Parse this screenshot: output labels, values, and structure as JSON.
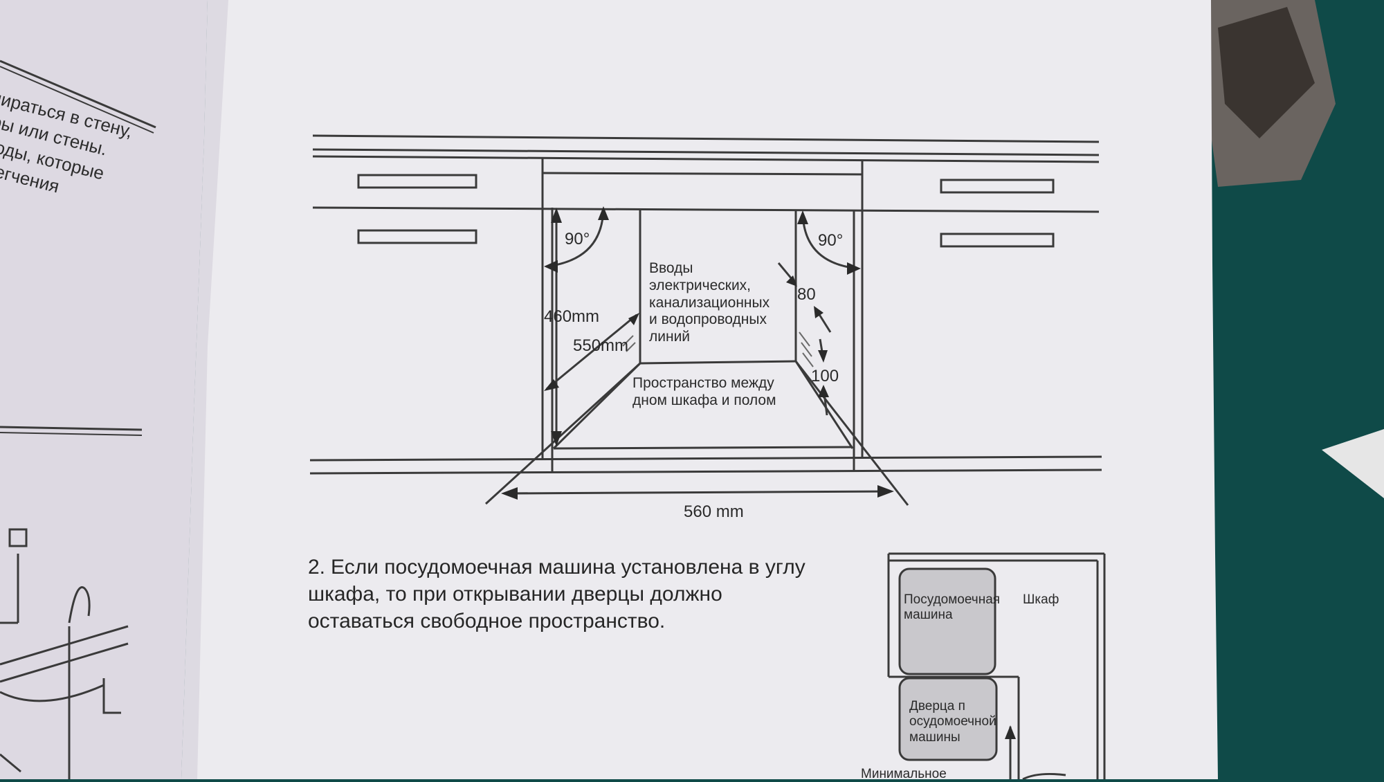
{
  "main_diagram": {
    "angle_left": "90°",
    "angle_right": "90°",
    "inputs_label": [
      "Вводы",
      "электрических,",
      "канализационных",
      "и водопроводных",
      "линий"
    ],
    "space_label": [
      "Пространство между",
      "дном шкафа и полом"
    ],
    "dim_height": "460mm",
    "dim_depth": "550mm",
    "dim_width": "560 mm",
    "dim_80": "80",
    "dim_100": "100"
  },
  "instruction": {
    "number": "2.",
    "lines": [
      "Если посудомоечная машина установлена в углу",
      "шкафа, то при открывании дверцы должно",
      "оставаться свободное пространство."
    ]
  },
  "corner_diagram": {
    "dishwasher_label": [
      "Посудомоечная",
      "машина"
    ],
    "cabinet_label": "Шкаф",
    "door_label": [
      "Дверца п",
      "осудомоечной",
      "машины"
    ],
    "min_label": "Минимальное"
  },
  "left_page": {
    "lines": [
      "упираться в стену,",
      "афы или стены.",
      "а воды, которые",
      "облегчения"
    ]
  }
}
